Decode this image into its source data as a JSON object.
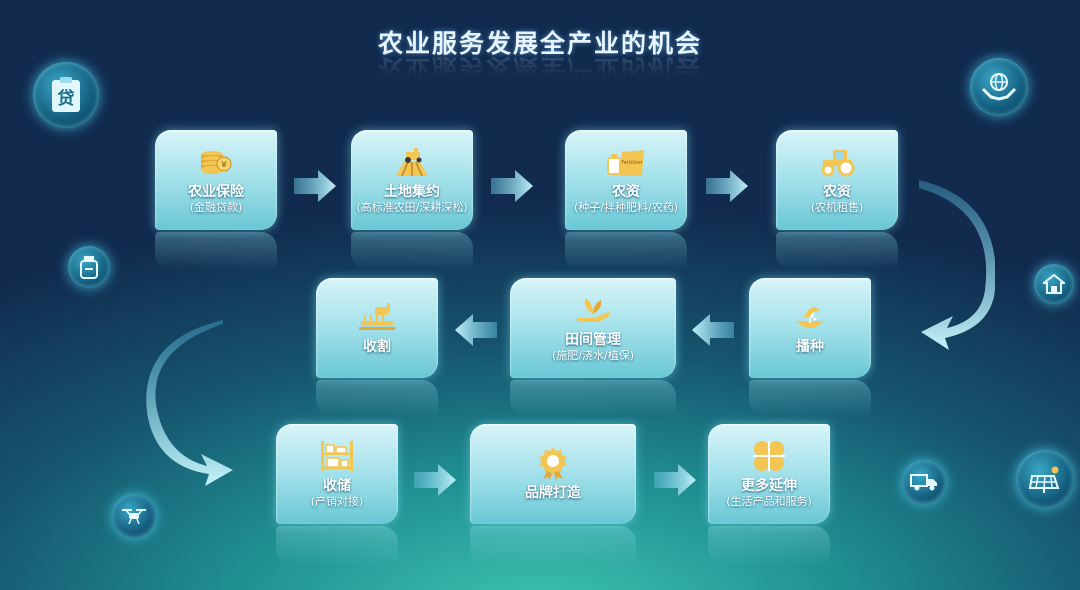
{
  "title": "农业服务发展全产业的机会",
  "colors": {
    "gold": "#f3c552",
    "box_top": "#d8f4f8",
    "box_bottom": "#69c7d5",
    "bg_dark": "#112a4e",
    "bg_teal": "#3fc6b0"
  },
  "steps": [
    {
      "label": "农业保险",
      "sub": "(金融贷款)",
      "icon": "coin-stack-icon"
    },
    {
      "label": "土地集约",
      "sub": "(高标准农田/深耕深松)",
      "icon": "farmland-icon"
    },
    {
      "label": "农资",
      "sub": "(种子/拌种肥料/农药)",
      "icon": "fertilizer-bag-icon"
    },
    {
      "label": "农资",
      "sub": "(农机租售)",
      "icon": "tractor-icon"
    },
    {
      "label": "播种",
      "sub": "",
      "icon": "seeding-hand-icon"
    },
    {
      "label": "田间管理",
      "sub": "(施肥/浇水/植保)",
      "icon": "plant-hand-icon"
    },
    {
      "label": "收割",
      "sub": "",
      "icon": "harvester-icon"
    },
    {
      "label": "收储",
      "sub": "(产销对接)",
      "icon": "storage-shelf-icon"
    },
    {
      "label": "品牌打造",
      "sub": "",
      "icon": "award-badge-icon"
    },
    {
      "label": "更多延伸",
      "sub": "(生活产品和服务)",
      "icon": "clover-icon"
    }
  ],
  "side_icons": [
    {
      "icon": "loan-document-icon",
      "glyph": "贷"
    },
    {
      "icon": "globe-hands-icon"
    },
    {
      "icon": "medicine-bottle-icon"
    },
    {
      "icon": "house-icon"
    },
    {
      "icon": "drone-icon"
    },
    {
      "icon": "delivery-truck-icon"
    },
    {
      "icon": "solar-panel-icon"
    }
  ]
}
